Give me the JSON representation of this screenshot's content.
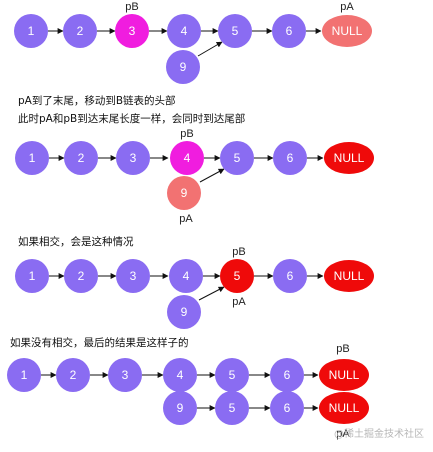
{
  "colors": {
    "node": "#8a6cf2",
    "pB_node": "#f01ddf",
    "pA_node": "#f27272",
    "intersect": "#ef0a0a",
    "null_pale": "#f27272",
    "null_red": "#ef0a0a",
    "edge": "#111111"
  },
  "captions": {
    "c1": "pA到了末尾，移动到B链表的头部",
    "c2": "此时pA和pB到达末尾长度一样，会同时到达尾部",
    "c3": "如果相交，会是这种情况",
    "c4": "如果没有相交，最后的结果是这样子的"
  },
  "pointers": {
    "pA": "pA",
    "pB": "pB"
  },
  "null_label": "NULL",
  "watermark": "@稀土掘金技术社区",
  "diagrams": [
    {
      "id": "d1",
      "list_a": [
        "1",
        "2",
        "3",
        "4",
        "5",
        "6"
      ],
      "list_b": [
        "9"
      ],
      "pB_at": "3",
      "pA_at": "NULL"
    },
    {
      "id": "d2",
      "list_a": [
        "1",
        "2",
        "3",
        "4",
        "5",
        "6"
      ],
      "list_b": [
        "9"
      ],
      "pB_at": "4",
      "pA_at": "9"
    },
    {
      "id": "d3",
      "list_a": [
        "1",
        "2",
        "3",
        "4",
        "5",
        "6"
      ],
      "list_b": [
        "9"
      ],
      "pB_at": "5",
      "pA_at": "5"
    },
    {
      "id": "d4",
      "list_a": [
        "1",
        "2",
        "3",
        "4",
        "5",
        "6"
      ],
      "list_b": [
        "9",
        "5",
        "6"
      ],
      "pB_at": "NULL",
      "pA_at": "NULL"
    }
  ]
}
